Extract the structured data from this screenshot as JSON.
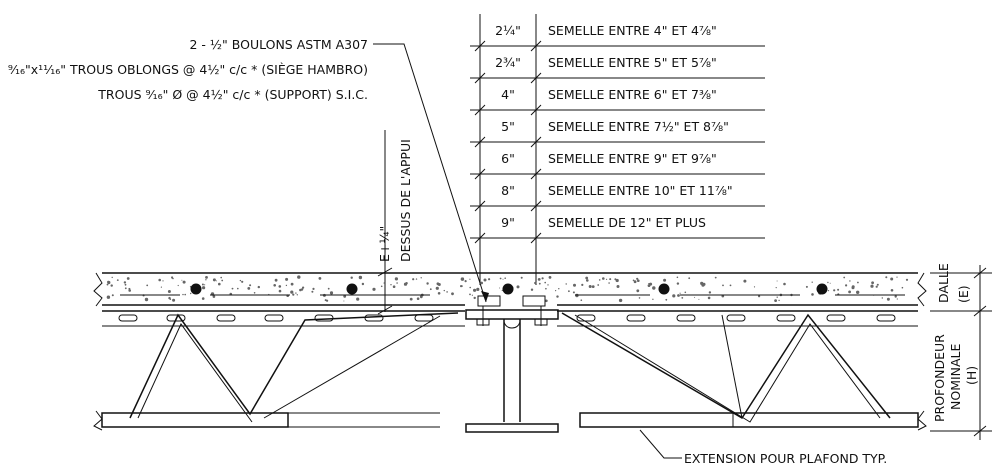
{
  "notes": {
    "bolts": "2 - ½\" BOULONS ASTM A307",
    "slotted_holes": "⁹⁄₁₆\"x¹¹⁄₁₆\" TROUS OBLONGS @ 4½\" c/c * (SIÈGE HAMBRO)",
    "holes": "TROUS ⁹⁄₁₆\" Ø @ 4½\" c/c * (SUPPORT) S.I.C.",
    "bearing_top": "DESSUS DE L'APPUI",
    "bearing_offset": "E+¼\"",
    "ceiling_extension": "EXTENSION POUR PLAFOND TYP."
  },
  "seat_table": {
    "rows": [
      {
        "size": "2¼\"",
        "description": "SEMELLE ENTRE 4\" ET 4⅞\""
      },
      {
        "size": "2¾\"",
        "description": "SEMELLE ENTRE 5\" ET 5⅞\""
      },
      {
        "size": "4\"",
        "description": "SEMELLE ENTRE 6\" ET 7⅜\""
      },
      {
        "size": "5\"",
        "description": "SEMELLE ENTRE 7½\" ET 8⅞\""
      },
      {
        "size": "6\"",
        "description": "SEMELLE ENTRE 9\" ET 9⅞\""
      },
      {
        "size": "8\"",
        "description": "SEMELLE ENTRE 10\" ET 11⅞\""
      },
      {
        "size": "9\"",
        "description": "SEMELLE DE 12\" ET PLUS"
      }
    ]
  },
  "dimensions": {
    "slab_label": "DALLE",
    "slab_symbol": "(E)",
    "depth_label_1": "PROFONDEUR",
    "depth_label_2": "NOMINALE",
    "depth_symbol": "(H)"
  }
}
